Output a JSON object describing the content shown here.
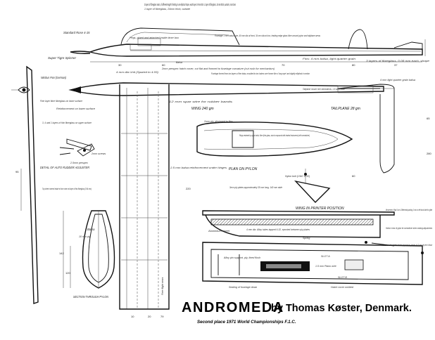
{
  "title": {
    "name": "ANDROMEDA",
    "byline": "by Thomas Køster, Denmark.",
    "subtitle": "Second place 1971 World Championships F.1.C."
  },
  "side_view": {
    "standard_rose": "Standard Rose 4-15",
    "layers_note": "3 layers of fibreglass mats, of different lengths finishing in an elliptical shape, each layer 0.9 mm thin. 1 layer of fibreglass, 24 mm thick, outside, cross bars",
    "pegs_note": "Pegs, glued and attached inside timer box",
    "fuselage_note": "Fuselage: 2 mm balsa tube, 40 mm dia at front, 34 mm dia at box, leading edge glass fibre around pylon and tailplane areas",
    "pylon_note": "2mm perspex hatch cover, cut flat and formed to fuselage curvature (cut rush for mechanism)",
    "balsa": "Balsa",
    "fins_note": "Fins: 4 mm balsa, light quarter grain",
    "ply_note": "3 layers of fibreglass, 0.08 mm each, shape",
    "spinner": "Super Tigre Spinner",
    "dims": [
      "30",
      "60",
      "70",
      "80",
      "37",
      "18",
      "10"
    ],
    "wing_dia": "4 mm dia Unit (Spared to 4.05)"
  },
  "top_view": {
    "nose_label": "Nimbus Pan (German)",
    "fuselage_note": "Fuselage formed from two layers of fine balsa, moulded in two halves over former like a 'long rope' and slightly elliptical in section",
    "fibreglass_note": "Fine layer fibre fibreglass on lower surface",
    "reinforce_note": "Reinforcement on lower surface",
    "layer_note": "3, 4 and 1 layers of thin fibreglass on upper surface",
    "tailplane_mount": "Tailplane mount: line laminations, 1.5 aluminium",
    "wing_weight": "WING 240 gm",
    "tailplane_weight": "TAILPLANE 28 gm",
    "spar_note": "12 mm spar wire for rubber bands",
    "tip_note": "4 mm light quarter grain balsa",
    "spar_wood": "2.5 mm balsa reinforcement under hinges"
  },
  "plan_pylon": {
    "caption": "PLAN ON PYLON",
    "ply_note": "2mm ply, designed to flex",
    "rings_note": "Rings retained by nylon bolts, fibre (thin glass, stuck compound with leaded instrument (self screwdriver)",
    "nylon_bolt": "Nylon bolt (UNC 6-32)",
    "plates_note": "3mm ply plates approximately 35 mm long, 140 mm wide"
  },
  "pylon_detail": {
    "caption": "WING IN PRINTER POSITION",
    "aluminium_note": "Aluminium sheet",
    "tube_note": "4 mm dia. Alloy tubes tapped 6-32, epoxied between ply plates",
    "spring": "Spring",
    "ply_lined": "Alloy pin support, ply, lined flush",
    "movement_note": "Movement of flap 5 mm. Differential packing 1 mm on left hand side for glide",
    "holes_note": "Holes in rear of pylon for screwdriver when making adjustments",
    "hook_note": "Hook for rubber bands opposed to pieces of 3 mm ply let in flush",
    "slot_a": "SLOT A",
    "slot_b": "SLOT B",
    "piano_wire": "1.5 mm Piano wire",
    "sealing_note": "Sealing of fuselage down",
    "hatch_note": "Hatch cover omitted",
    "detail_auto": "DETAIL OF AUTO RUDDER ADJUSTER"
  },
  "section": {
    "caption": "SECTION THROUGH PYLON",
    "balsa": "Balsa",
    "ply": "10 mm ply",
    "dim_120": "120",
    "dim_142": "142",
    "dim_95": "95",
    "top_sheet_note": "Top sheet covered inside to form note not layer of thin fibreglass (0.04 mm)"
  },
  "rudder_detail": {
    "screws": "2mm screws",
    "perspex": "2.5mm perspex"
  },
  "wing_flight": {
    "label": "Free flight news",
    "dims": [
      "10",
      "20",
      "79"
    ]
  },
  "fin_dims": [
    "65",
    "280",
    "220",
    "60"
  ]
}
